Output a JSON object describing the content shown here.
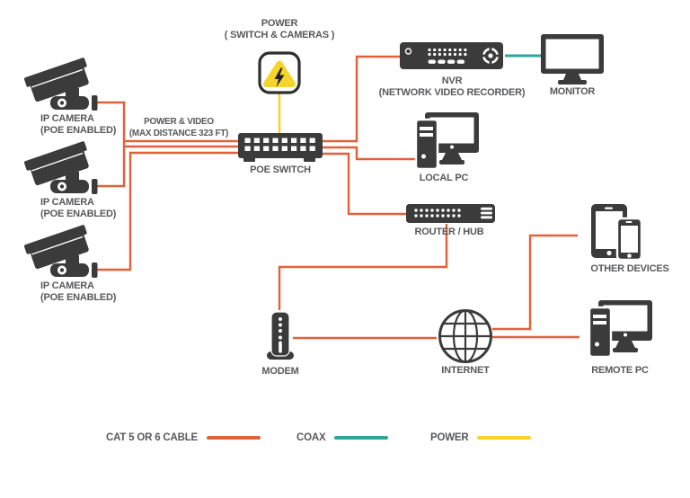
{
  "colors": {
    "cat5": "#E0613A",
    "coax": "#2BA89B",
    "power": "#F6D42A",
    "icon": "#3B3B3B",
    "label": "#58595B",
    "outline": "#2F2F2F"
  },
  "power_source": {
    "title": "POWER",
    "subtitle": "( SWITCH & CAMERAS )"
  },
  "cable_note": {
    "line1": "POWER & VIDEO",
    "line2": "(MAX DISTANCE 323 FT)"
  },
  "cameras": [
    {
      "line1": "IP CAMERA",
      "line2": "(POE ENABLED)"
    },
    {
      "line1": "IP CAMERA",
      "line2": "(POE ENABLED)"
    },
    {
      "line1": "IP CAMERA",
      "line2": "(POE ENABLED)"
    }
  ],
  "poe_switch": {
    "label": "POE SWITCH"
  },
  "nvr": {
    "line1": "NVR",
    "line2": "(NETWORK VIDEO RECORDER)"
  },
  "monitor": {
    "label": "MONITOR"
  },
  "local_pc": {
    "label": "LOCAL PC"
  },
  "router": {
    "label": "ROUTER / HUB"
  },
  "modem": {
    "label": "MODEM"
  },
  "internet": {
    "label": "INTERNET"
  },
  "other_devices": {
    "label": "OTHER DEVICES"
  },
  "remote_pc": {
    "label": "REMOTE PC"
  },
  "legend": [
    {
      "label": "CAT 5 OR 6 CABLE",
      "color": "#E0613A"
    },
    {
      "label": "COAX",
      "color": "#2BA89B"
    },
    {
      "label": "POWER",
      "color": "#F6D42A"
    }
  ]
}
